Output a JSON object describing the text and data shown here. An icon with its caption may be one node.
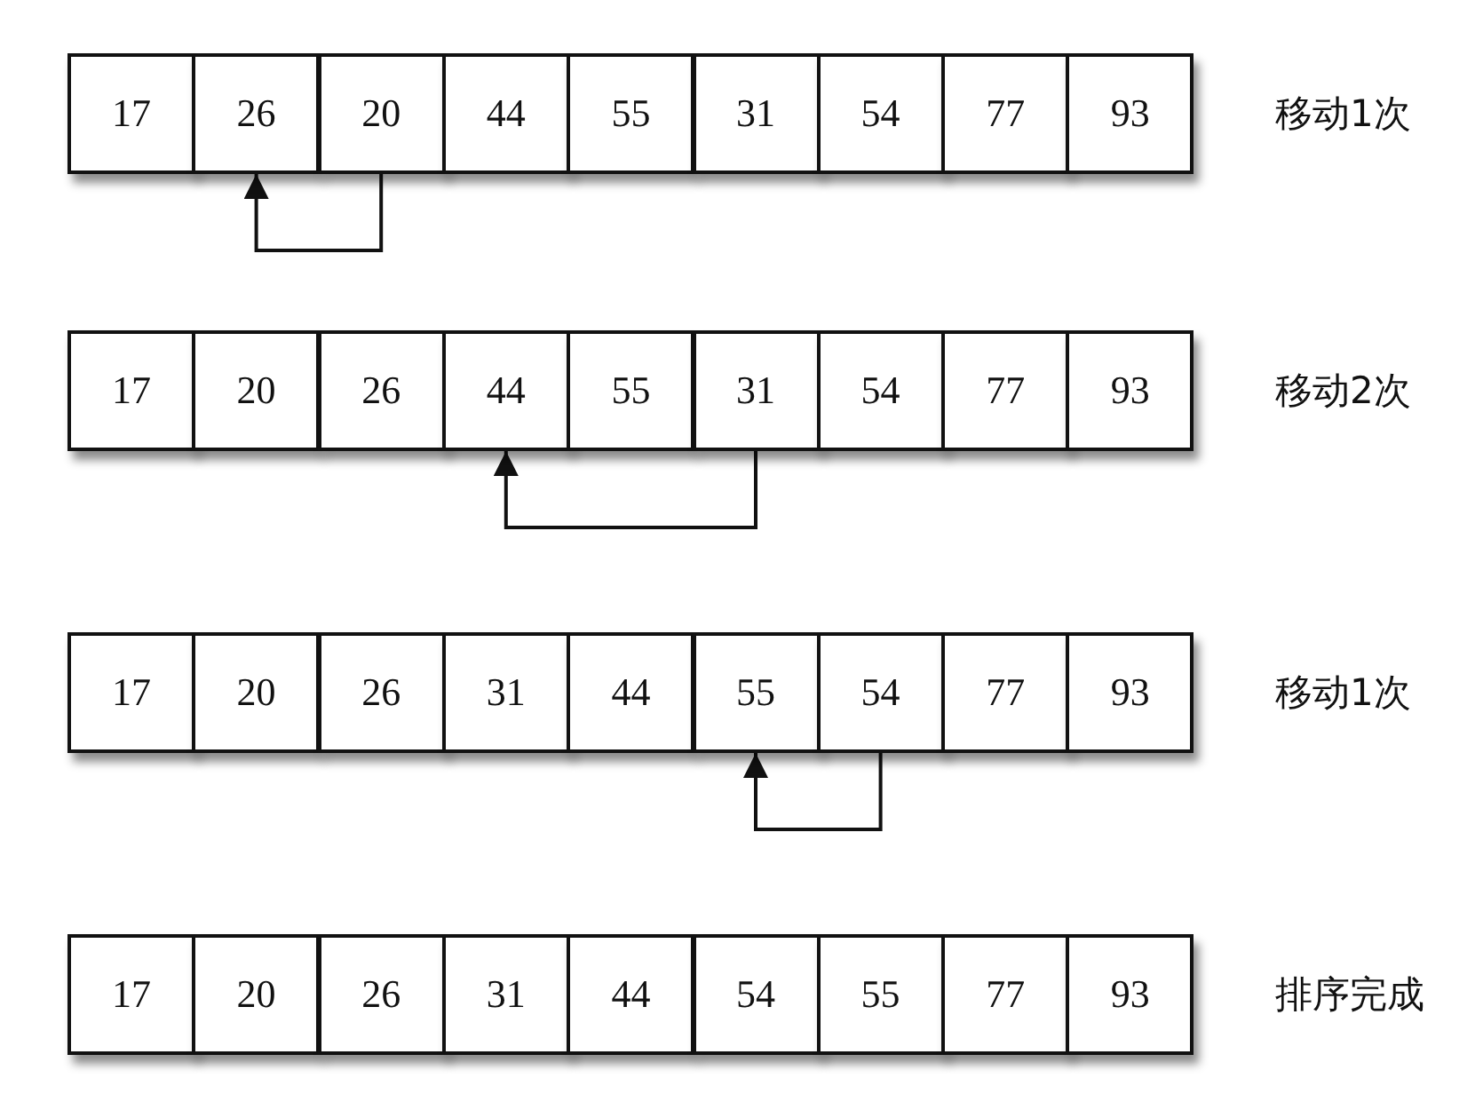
{
  "diagram": {
    "nodes": [
      {
        "text": [
          "17"
        ]
      },
      {
        "text": [
          "26"
        ]
      },
      {
        "text": [
          "20"
        ]
      },
      {
        "text": [
          "44"
        ]
      },
      {
        "text": [
          "55"
        ]
      },
      {
        "text": [
          "31"
        ]
      },
      {
        "text": [
          "54"
        ]
      },
      {
        "text": [
          "77"
        ]
      },
      {
        "text": [
          "93"
        ]
      },
      {
        "text": [
          "17"
        ]
      },
      {
        "text": [
          "20"
        ]
      },
      {
        "text": [
          "26"
        ]
      },
      {
        "text": [
          "44"
        ]
      },
      {
        "text": [
          "55"
        ]
      },
      {
        "text": [
          "31"
        ]
      },
      {
        "text": [
          "54"
        ]
      },
      {
        "text": [
          "77"
        ]
      },
      {
        "text": [
          "93"
        ]
      },
      {
        "text": [
          "17"
        ]
      },
      {
        "text": [
          "20"
        ]
      },
      {
        "text": [
          "26"
        ]
      },
      {
        "text": [
          "31"
        ]
      },
      {
        "text": [
          "44"
        ]
      },
      {
        "text": [
          "55"
        ]
      },
      {
        "text": [
          "54"
        ]
      },
      {
        "text": [
          "77"
        ]
      },
      {
        "text": [
          "93"
        ]
      },
      {
        "text": [
          "17"
        ]
      },
      {
        "text": [
          "20"
        ]
      },
      {
        "text": [
          "26"
        ]
      },
      {
        "text": [
          "31"
        ]
      },
      {
        "text": [
          "44"
        ]
      },
      {
        "text": [
          "54"
        ]
      },
      {
        "text": [
          "55"
        ]
      },
      {
        "text": [
          "77"
        ]
      },
      {
        "text": [
          "93"
        ]
      }
    ],
    "edges": [
      {
        "from": 2,
        "to": 1,
        "arrow": "to"
      },
      {
        "from": 14,
        "to": 12,
        "arrow": "to"
      },
      {
        "from": 24,
        "to": 23,
        "arrow": "to"
      }
    ],
    "labels": [
      "移动1次",
      "移动2次",
      "移动1次",
      "排序完成"
    ]
  }
}
